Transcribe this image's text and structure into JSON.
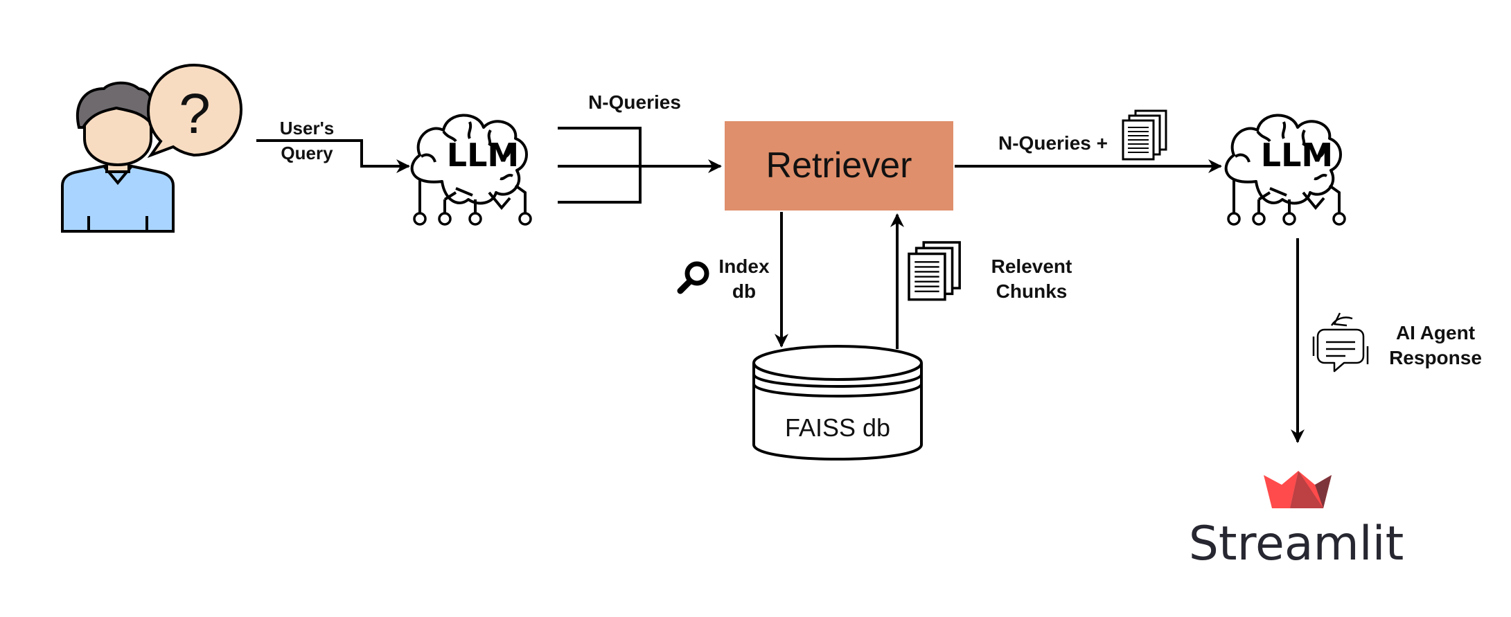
{
  "labels": {
    "user_query_line1": "User's",
    "user_query_line2": "Query",
    "n_queries": "N-Queries",
    "retriever": "Retriever",
    "n_queries_plus": "N-Queries +",
    "index_db_line1": "Index",
    "index_db_line2": "db",
    "relevent_line1": "Relevent",
    "relevent_line2": "Chunks",
    "faiss_db": "FAISS db",
    "agent_response_line1": "AI Agent",
    "agent_response_line2": "Response",
    "llm_left": "LLM",
    "llm_right": "LLM",
    "streamlit": "Streamlit",
    "question_mark": "?"
  },
  "colors": {
    "retriever_fill": "#DF8F6B",
    "user_shirt": "#A9D4FF",
    "user_skin": "#F8DCC1",
    "user_hair": "#6E6A6E",
    "bubble_fill": "#F8DCC1",
    "streamlit_red": "#FF4B4B",
    "streamlit_dark": "#BD4043"
  },
  "icons": {
    "user": "person-icon",
    "bubble": "question-bubble-icon",
    "llm": "brain-llm-icon",
    "documents": "documents-stack-icon",
    "search": "magnifier-icon",
    "chat": "chat-response-icon",
    "database": "database-cylinder-icon",
    "streamlit": "streamlit-logo-icon"
  }
}
